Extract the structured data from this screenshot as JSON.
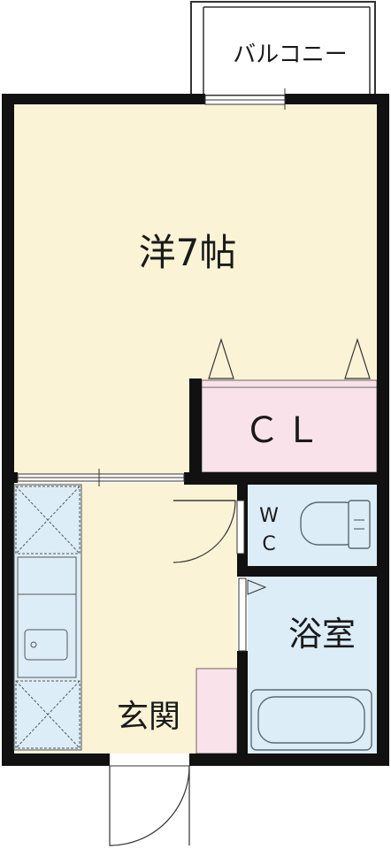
{
  "rooms": {
    "balcony": {
      "label": "バルコニー"
    },
    "western": {
      "label": "洋7帖"
    },
    "closet": {
      "label": "ＣＬ"
    },
    "wc": {
      "label_w": "W",
      "label_c": "C"
    },
    "bath": {
      "label": "浴室"
    },
    "entrance": {
      "label": "玄関"
    }
  },
  "colors": {
    "floor": "#fbf3d6",
    "closet": "#f9e2ea",
    "wet": "#dcedf7",
    "wall": "#111111",
    "fixture_stroke": "#5a6a75"
  }
}
